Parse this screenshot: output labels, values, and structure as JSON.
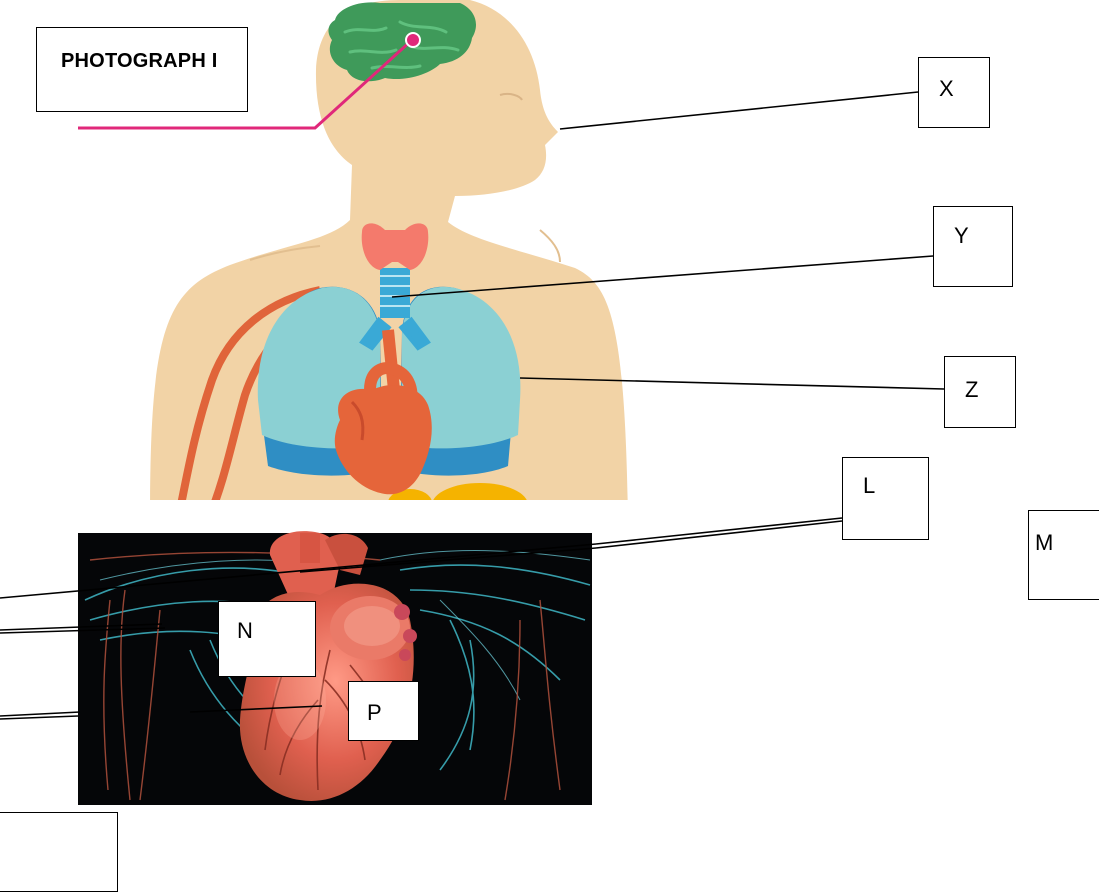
{
  "title": "PHOTOGRAPH  I",
  "labels": {
    "x": "X",
    "y": "Y",
    "z": "Z",
    "l": "L",
    "m": "M",
    "n": "N",
    "p": "P",
    "bottom": ""
  },
  "colors": {
    "skin": "#f2d3a6",
    "brain": "#3f9a5a",
    "thyroid": "#f47a6c",
    "trachea": "#3aa9d6",
    "lungs": "#8bd0d3",
    "lung_base": "#2f8ec4",
    "heart": "#e5653a",
    "vessels": "#e0643a",
    "pointer": "#e0287a",
    "liver": "#f5b300"
  }
}
